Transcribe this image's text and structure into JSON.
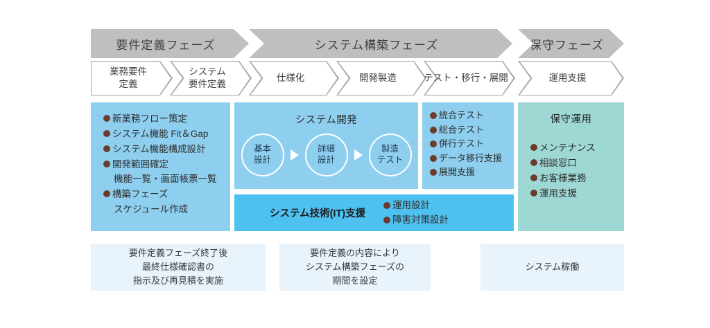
{
  "colors": {
    "banner_gray": "#bfbfbf",
    "chevron_outline": "#a6a6a6",
    "panel_blue": "#8ecff0",
    "band_blue": "#4dc1f0",
    "panel_green": "#9ed8d4",
    "note_blue": "#e8f3fb",
    "bullet_dot": "#6b3b2e"
  },
  "phases": [
    {
      "id": "requirements",
      "label": "要件定義フェーズ"
    },
    {
      "id": "system-build",
      "label": "システム構築フェーズ"
    },
    {
      "id": "maintenance",
      "label": "保守フェーズ"
    }
  ],
  "subphases": [
    {
      "id": "business-requirements",
      "line1": "業務要件",
      "line2": "定義"
    },
    {
      "id": "system-requirements",
      "line1": "システム",
      "line2": "要件定義"
    },
    {
      "id": "specification",
      "line1": "仕様化",
      "line2": ""
    },
    {
      "id": "development-manufacturing",
      "line1": "開発製造",
      "line2": ""
    },
    {
      "id": "test-migration-rollout",
      "line1": "テスト・移行・展開",
      "line2": ""
    },
    {
      "id": "operation-support",
      "line1": "運用支援",
      "line2": ""
    }
  ],
  "requirements_panel": {
    "items": [
      {
        "text": "新業務フロー策定",
        "bulleted": true
      },
      {
        "text": "システム機能 Fit＆Gap",
        "bulleted": true
      },
      {
        "text": "システム機能構成設計",
        "bulleted": true
      },
      {
        "text": "開発範囲確定",
        "bulleted": true
      },
      {
        "text": "機能一覧・画面帳票一覧",
        "bulleted": false
      },
      {
        "text": "構築フェーズ",
        "bulleted": true
      },
      {
        "text": "スケジュール作成",
        "bulleted": false
      }
    ]
  },
  "development_panel": {
    "title": "システム開発",
    "steps": [
      {
        "line1": "基本",
        "line2": "設計"
      },
      {
        "line1": "詳細",
        "line2": "設計"
      },
      {
        "line1": "製造",
        "line2": "テスト"
      }
    ]
  },
  "test_panel": {
    "items": [
      {
        "text": "統合テスト",
        "bulleted": true
      },
      {
        "text": "総合テスト",
        "bulleted": true
      },
      {
        "text": "併行テスト",
        "bulleted": true
      },
      {
        "text": "データ移行支援",
        "bulleted": true
      },
      {
        "text": "展開支援",
        "bulleted": true
      }
    ]
  },
  "it_support_band": {
    "title": "システム技術(IT)支援",
    "items": [
      {
        "text": "運用設計",
        "bulleted": true
      },
      {
        "text": "障害対策設計",
        "bulleted": true
      }
    ]
  },
  "maintenance_panel": {
    "title": "保守運用",
    "items": [
      {
        "text": "メンテナンス",
        "bulleted": true
      },
      {
        "text": "相談窓口",
        "bulleted": true
      },
      {
        "text": "お客様業務",
        "bulleted": true
      },
      {
        "text": "運用支援",
        "bulleted": true
      }
    ]
  },
  "notes": [
    {
      "id": "note-requirements",
      "lines": [
        "要件定義フェーズ終了後",
        "最終仕様確認書の",
        "指示及び再見積を実施"
      ]
    },
    {
      "id": "note-build-period",
      "lines": [
        "要件定義の内容により",
        "システム構築フェーズの",
        "期間を設定"
      ]
    },
    {
      "id": "note-system-live",
      "lines": [
        "システム稼働"
      ]
    }
  ]
}
